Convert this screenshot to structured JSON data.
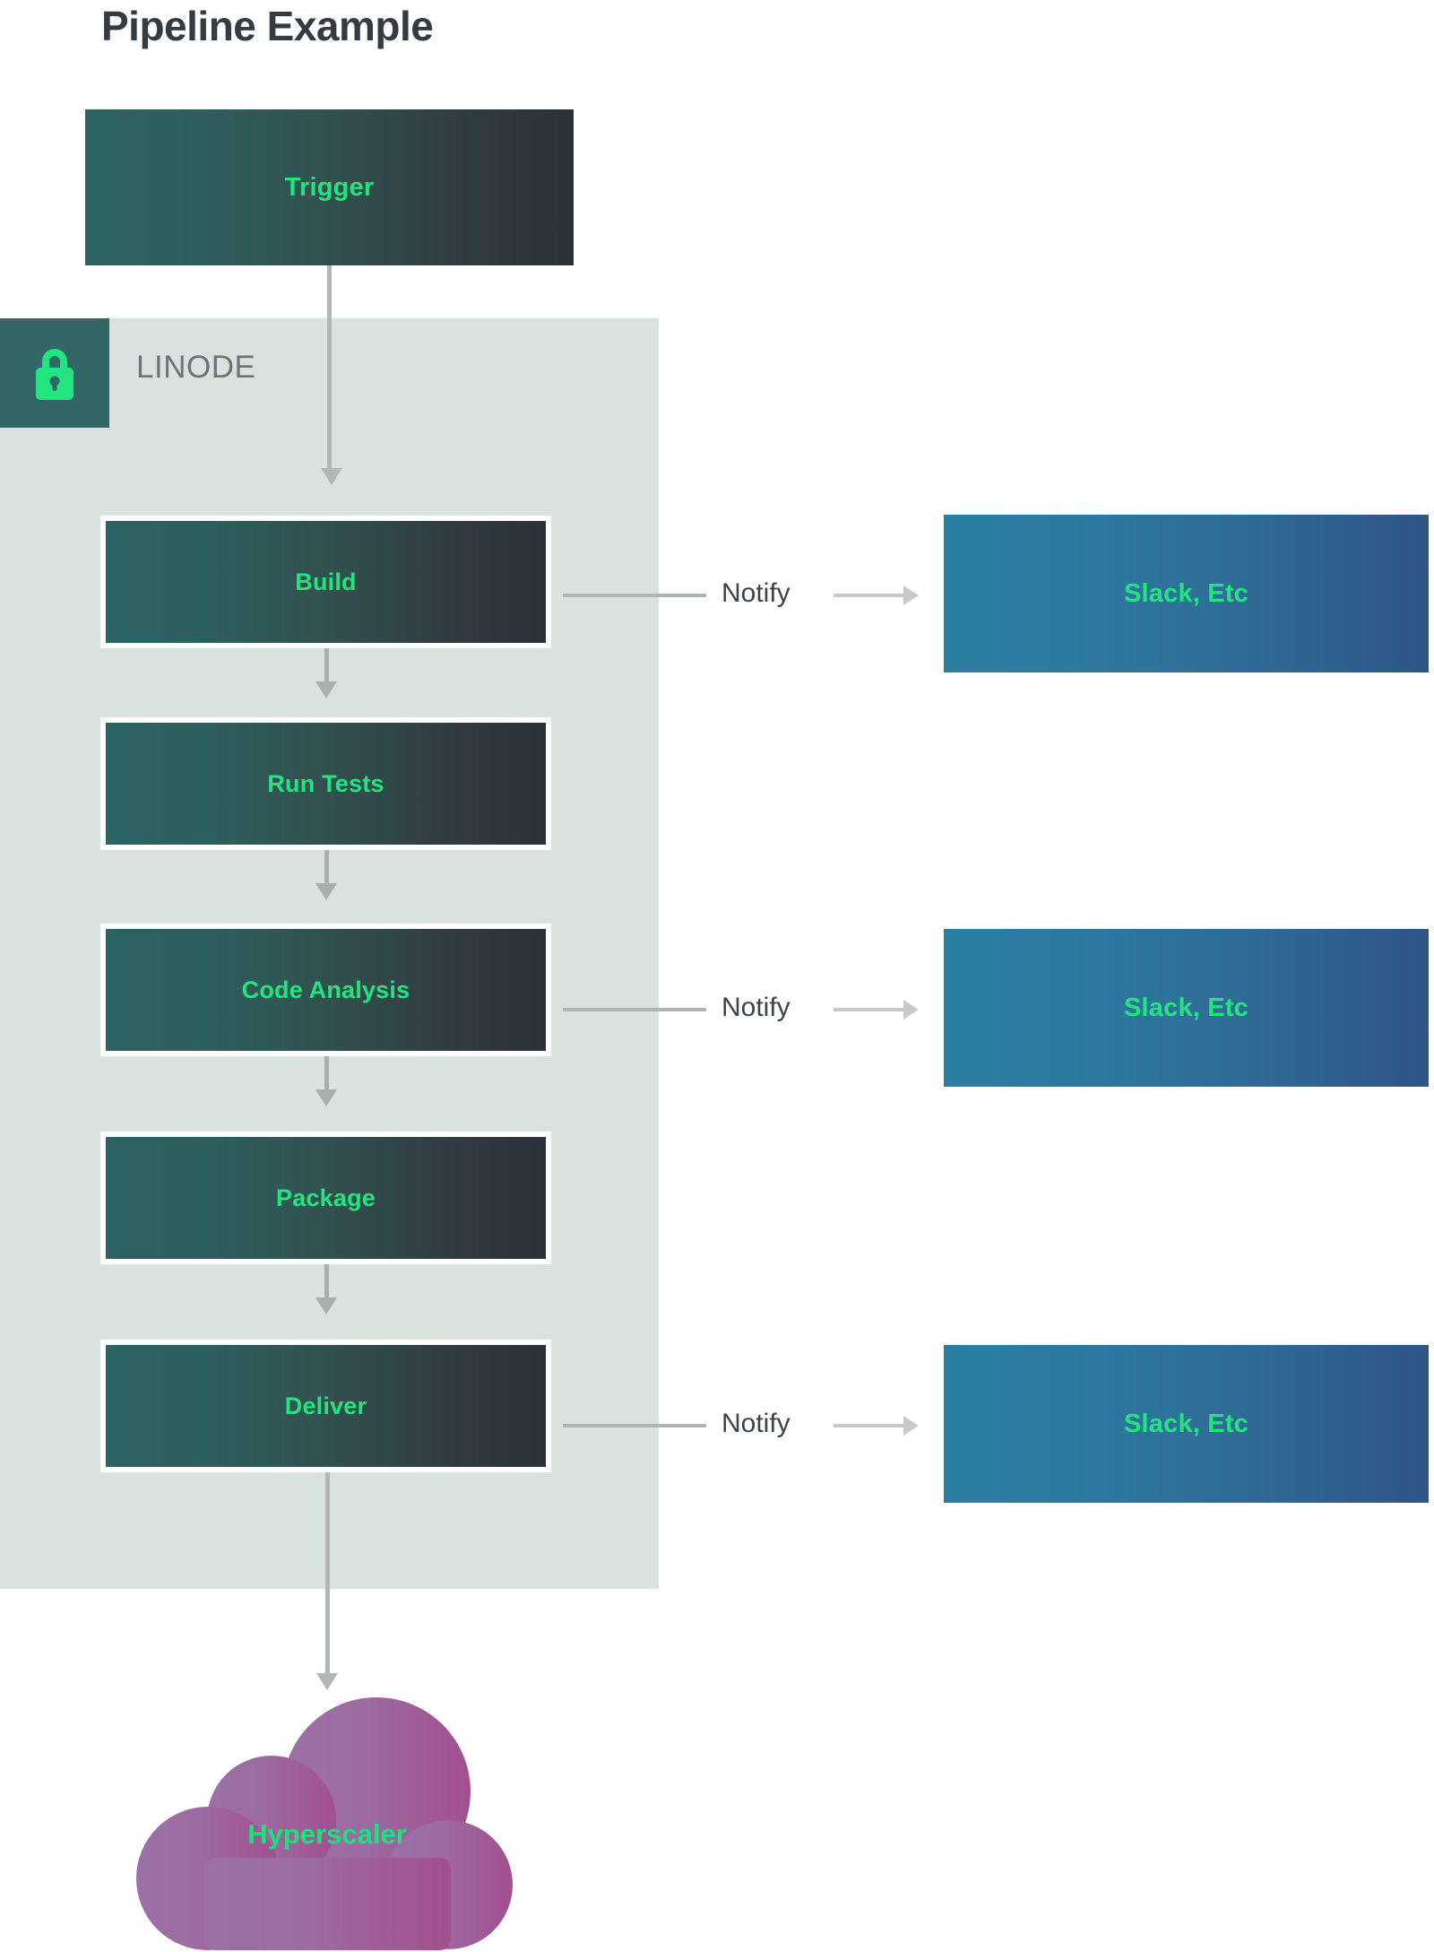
{
  "title": "Pipeline Example",
  "zone": {
    "name": "LINODE",
    "icon": "lock-icon",
    "fill": "#d9e2de",
    "badge_fill": "#336666",
    "icon_color": "#22e57f"
  },
  "colors": {
    "accent_green": "#22e57f",
    "stage_gradient_start": "#2d6362",
    "stage_gradient_end": "#2b3138",
    "notify_gradient_start": "#2b7fa3",
    "notify_gradient_end": "#2f5587",
    "cloud_gradient_start": "#9b6fa3",
    "cloud_gradient_end": "#a3508f",
    "title_color": "#353b43",
    "zone_label_color": "#6b7478",
    "arrow_color": "#b3b6b6",
    "notify_label_color": "#3c4248"
  },
  "nodes": {
    "trigger": {
      "label": "Trigger",
      "type": "stage",
      "framed": false
    },
    "build": {
      "label": "Build",
      "type": "stage",
      "framed": true
    },
    "run_tests": {
      "label": "Run Tests",
      "type": "stage",
      "framed": true
    },
    "code_analysis": {
      "label": "Code Analysis",
      "type": "stage",
      "framed": true
    },
    "package": {
      "label": "Package",
      "type": "stage",
      "framed": true
    },
    "deliver": {
      "label": "Deliver",
      "type": "stage",
      "framed": true
    },
    "cloud": {
      "label": "Hyperscaler",
      "type": "cloud"
    }
  },
  "notifications": [
    {
      "edge_label": "Notify",
      "target_label": "Slack, Etc",
      "source": "build"
    },
    {
      "edge_label": "Notify",
      "target_label": "Slack, Etc",
      "source": "code_analysis"
    },
    {
      "edge_label": "Notify",
      "target_label": "Slack, Etc",
      "source": "deliver"
    }
  ]
}
